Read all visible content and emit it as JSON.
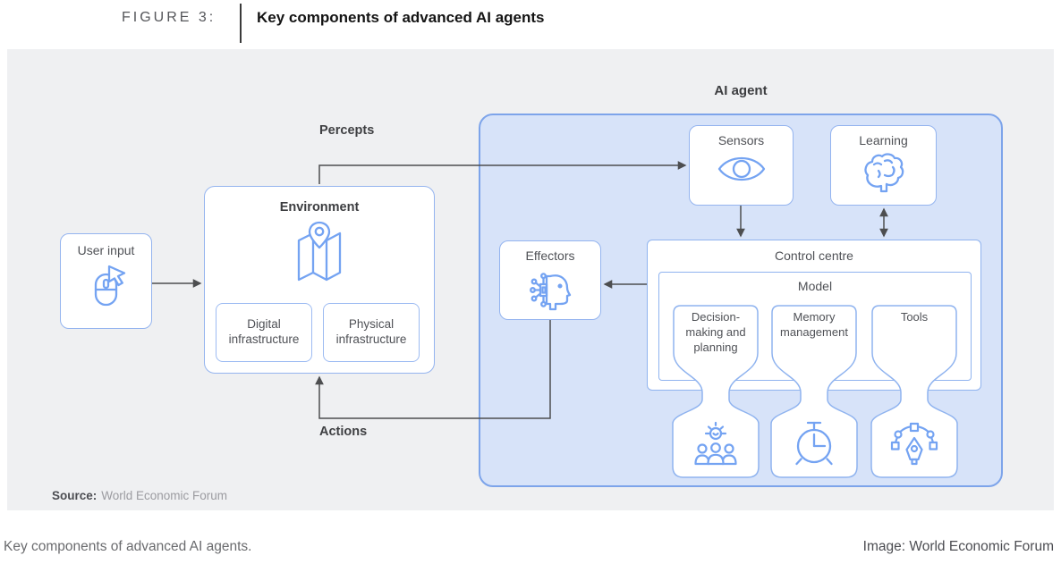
{
  "header": {
    "figure_label": "FIGURE 3:",
    "title": "Key components of advanced AI agents"
  },
  "diagram": {
    "ai_agent_label": "AI agent",
    "percepts_label": "Percepts",
    "actions_label": "Actions",
    "user_input": "User input",
    "environment": "Environment",
    "digital_infrastructure": "Digital infrastructure",
    "physical_infrastructure": "Physical infrastructure",
    "sensors": "Sensors",
    "learning": "Learning",
    "effectors": "Effectors",
    "control_centre": "Control centre",
    "model": "Model",
    "model_components": [
      "Decision-making and planning",
      "Memory management",
      "Tools"
    ],
    "icons": {
      "user_input": "mouse-cursor-icon",
      "environment": "map-pin-icon",
      "sensors": "eye-icon",
      "learning": "brain-icon",
      "effectors": "ai-head-circuit-icon",
      "decision_making": "team-idea-icon",
      "memory_management": "alarm-clock-icon",
      "tools": "pen-tool-icon"
    }
  },
  "source": {
    "prefix": "Source:",
    "text": "World Economic Forum"
  },
  "footer": {
    "caption": "Key components of advanced AI agents.",
    "credit": "Image: World Economic Forum"
  },
  "colors": {
    "panel_background": "#eff0f2",
    "ai_agent_fill": "#d7e3f9",
    "ai_agent_border": "#7da4ea",
    "box_border": "#94b4ef",
    "icon_blue": "#74a3f2",
    "arrow_gray": "#4d4e50"
  }
}
